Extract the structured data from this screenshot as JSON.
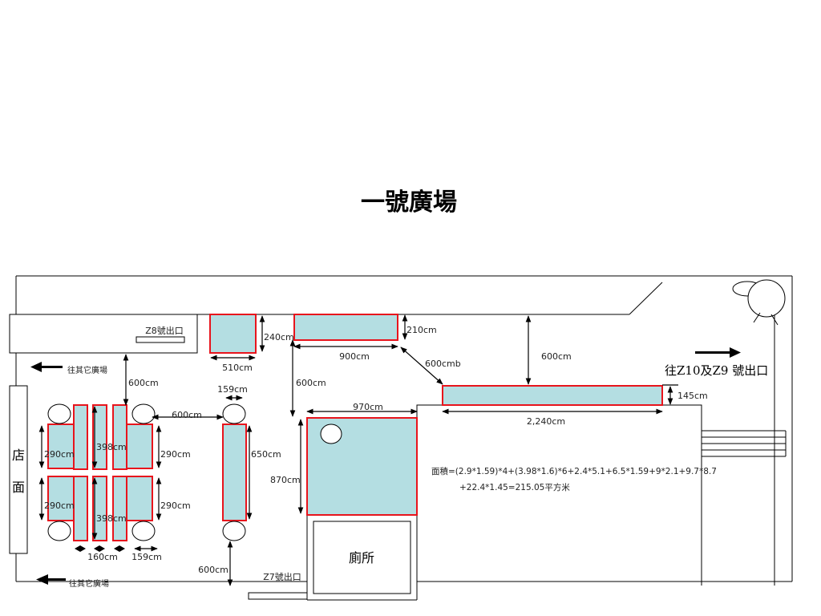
{
  "title": "一號廣場",
  "colors": {
    "booth_fill": "#b4dee2",
    "booth_stroke": "#e8141c",
    "line": "#000000"
  },
  "exits": {
    "z8": "Z8號出口",
    "z7": "Z7號出口",
    "z10_z9": "往Z10及Z9  號出口"
  },
  "directions": {
    "other_plaza_top": "往其它廣場",
    "other_plaza_bottom": "往其它廣場"
  },
  "store_front": {
    "char1": "店",
    "char2": "面"
  },
  "toilet": "廁所",
  "area_formula": {
    "line1": "面積=(2.9*1.59)*4+(3.98*1.6)*6+2.4*5.1+6.5*1.59+9*2.1+9.7*8.7",
    "line2": "+22.4*1.45=215.05平方米"
  },
  "dims": {
    "d240": "240cm",
    "d510": "510cm",
    "d900": "900cm",
    "d210": "210cm",
    "d600b": "600cmb",
    "d600_right": "600cm",
    "d600_left": "600cm",
    "d159_top": "159cm",
    "d600_mid": "600cm",
    "d600_center": "600cm",
    "d970": "970cm",
    "d145": "145cm",
    "d2240": "2,240cm",
    "d398_top": "398cm",
    "d398_bottom": "398cm",
    "d290_tl": "290cm",
    "d290_tr": "290cm",
    "d290_bl": "290cm",
    "d290_br": "290cm",
    "d650": "650cm",
    "d870": "870cm",
    "d160": "160cm",
    "d159_bottom": "159cm",
    "d600_bottom": "600cm"
  }
}
